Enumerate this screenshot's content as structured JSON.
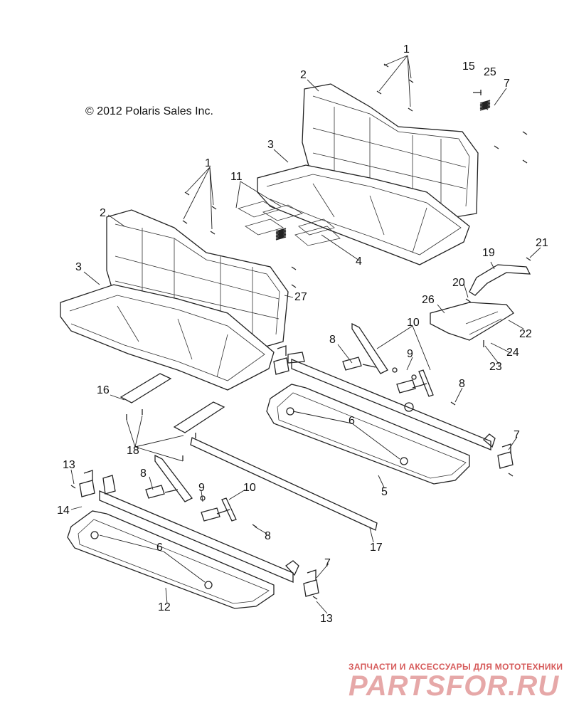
{
  "copyright": "© 2012 Polaris Sales Inc.",
  "watermark": {
    "tagline": "ЗАПЧАСТИ И АКСЕССУАРЫ ДЛЯ МОТОТЕХНИКИ",
    "logo": "PARTSFOR.RU"
  },
  "callouts": [
    {
      "id": "c1a",
      "text": "1"
    },
    {
      "id": "c2a",
      "text": "2"
    },
    {
      "id": "c3a",
      "text": "3"
    },
    {
      "id": "c15",
      "text": "15"
    },
    {
      "id": "c25",
      "text": "25"
    },
    {
      "id": "c7a",
      "text": "7"
    },
    {
      "id": "c1b",
      "text": "1"
    },
    {
      "id": "c11",
      "text": "11"
    },
    {
      "id": "c4",
      "text": "4"
    },
    {
      "id": "c2b",
      "text": "2"
    },
    {
      "id": "c3b",
      "text": "3"
    },
    {
      "id": "c27",
      "text": "27"
    },
    {
      "id": "c21",
      "text": "21"
    },
    {
      "id": "c19",
      "text": "19"
    },
    {
      "id": "c20",
      "text": "20"
    },
    {
      "id": "c26",
      "text": "26"
    },
    {
      "id": "c22",
      "text": "22"
    },
    {
      "id": "c24",
      "text": "24"
    },
    {
      "id": "c23",
      "text": "23"
    },
    {
      "id": "c10a",
      "text": "10"
    },
    {
      "id": "c8a",
      "text": "8"
    },
    {
      "id": "c9a",
      "text": "9"
    },
    {
      "id": "c8b",
      "text": "8"
    },
    {
      "id": "c16",
      "text": "16"
    },
    {
      "id": "c6a",
      "text": "6"
    },
    {
      "id": "c7b",
      "text": "7"
    },
    {
      "id": "c5",
      "text": "5"
    },
    {
      "id": "c18",
      "text": "18"
    },
    {
      "id": "c13a",
      "text": "13"
    },
    {
      "id": "c8c",
      "text": "8"
    },
    {
      "id": "c9b",
      "text": "9"
    },
    {
      "id": "c10b",
      "text": "10"
    },
    {
      "id": "c14",
      "text": "14"
    },
    {
      "id": "c8d",
      "text": "8"
    },
    {
      "id": "c17",
      "text": "17"
    },
    {
      "id": "c6b",
      "text": "6"
    },
    {
      "id": "c7c",
      "text": "7"
    },
    {
      "id": "c12",
      "text": "12"
    },
    {
      "id": "c13b",
      "text": "13"
    }
  ]
}
